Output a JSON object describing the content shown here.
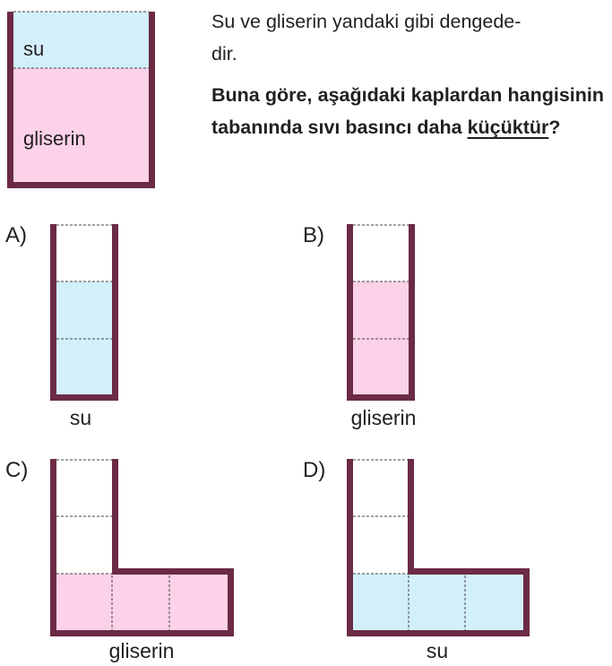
{
  "question": {
    "intro_line1": "Su ve gliserin yandaki gibi dengede-",
    "intro_line2": "dir.",
    "prompt_before": "Buna göre, aşağıdaki kaplardan hangisinin tabanında sıvı basıncı daha ",
    "prompt_underlined": "küçüktür",
    "prompt_after": "?"
  },
  "reference": {
    "top_liquid": "su",
    "bottom_liquid": "gliserin"
  },
  "options": [
    {
      "letter": "A)",
      "liquid": "su"
    },
    {
      "letter": "B)",
      "liquid": "gliserin"
    },
    {
      "letter": "C)",
      "liquid": "gliserin"
    },
    {
      "letter": "D)",
      "liquid": "su"
    }
  ],
  "colors": {
    "wall": "#6b2a45",
    "water": "#d3f0fa",
    "glycerin": "#fbd2e8",
    "dash": "#444444",
    "text": "#231f20"
  }
}
